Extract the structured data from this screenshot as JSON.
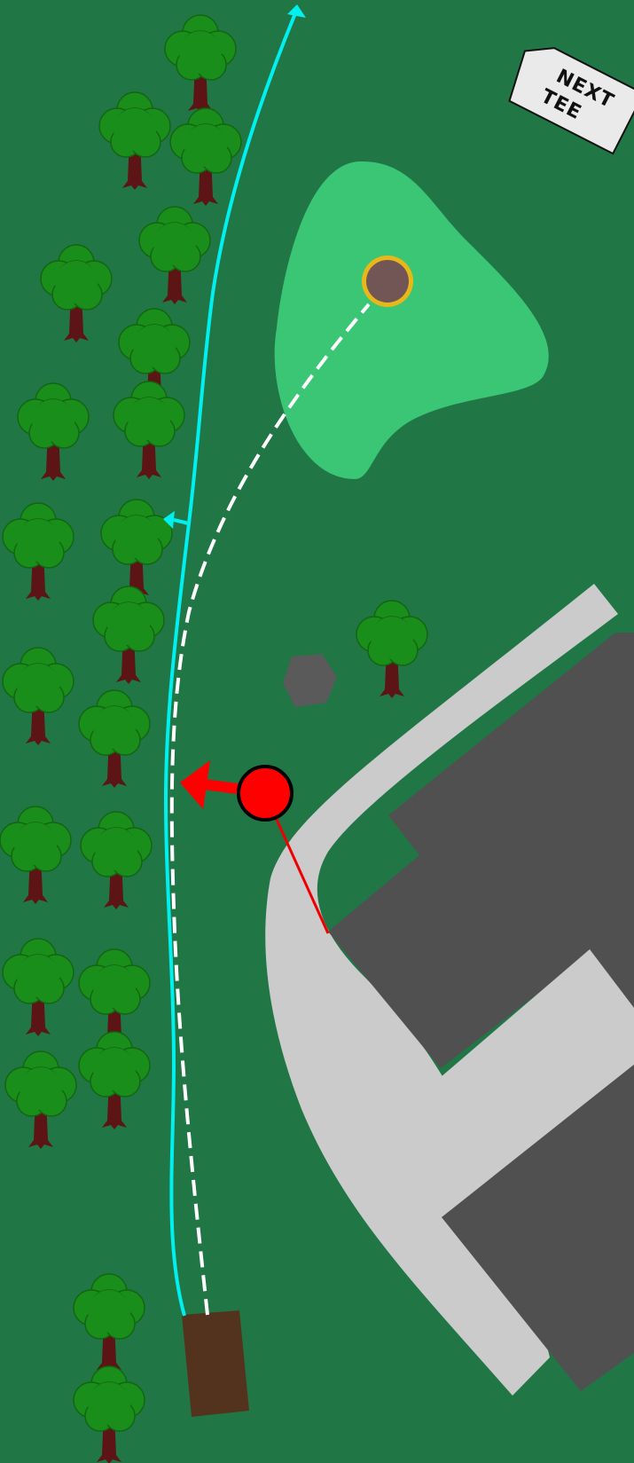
{
  "course": {
    "colors": {
      "rough": "#217645",
      "green": "#3AC674",
      "cart_path": "#CBCBCB",
      "building": "#505050",
      "tee_box": "#54331E",
      "rock": "#5A5A5A",
      "tree_canopy": "#1A8E1A",
      "tree_trunk": "#5C1414",
      "cup": "#725656",
      "cup_ring": "#E8B81A",
      "shot_path": "#00F0F0",
      "aim_line": "#FFFFFF",
      "ball": "#FF0000"
    }
  },
  "sign": {
    "line1": "NEXT",
    "line2": "TEE"
  },
  "icons": {
    "ball": "red-ball",
    "direction": "red-arrow",
    "hole": "cup-with-yellow-ring",
    "sign": "next-tee-signpost"
  }
}
